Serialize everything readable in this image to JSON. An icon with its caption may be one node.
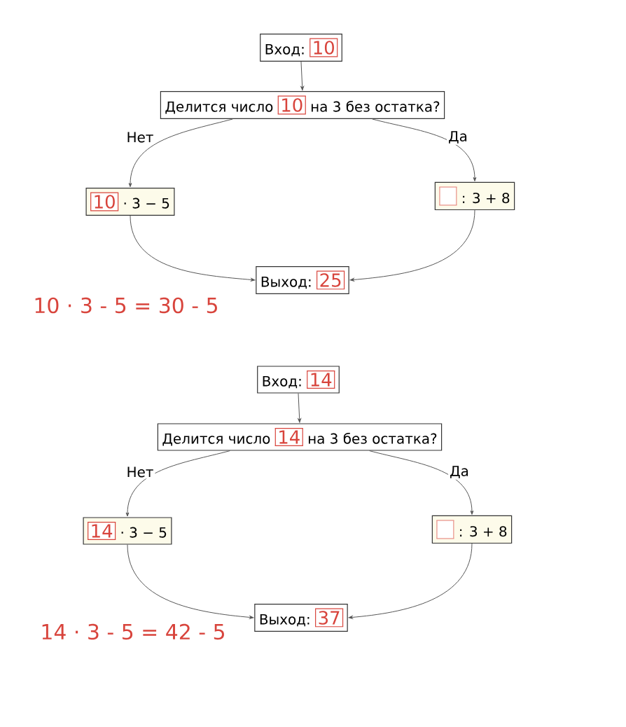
{
  "diagram": {
    "nodes": [
      {
        "text": [
          "Вход:",
          "10"
        ]
      },
      {
        "text": [
          "Делится число",
          "10",
          "на 3 без остатка?"
        ]
      },
      {
        "text": [
          "10",
          "· 3 − 5"
        ]
      },
      {
        "text": [
          ": 3 + 8"
        ]
      },
      {
        "text": [
          "Выход:",
          "25"
        ]
      },
      {
        "text": [
          "Вход:",
          "14"
        ]
      },
      {
        "text": [
          "Делится число",
          "14",
          "на 3 без остатка?"
        ]
      },
      {
        "text": [
          "14",
          "· 3 − 5"
        ]
      },
      {
        "text": [
          ": 3 + 8"
        ]
      },
      {
        "text": [
          "Выход:",
          "37"
        ]
      }
    ],
    "edges": [
      {
        "from": 0,
        "to": 1,
        "arrow": "to"
      },
      {
        "from": 1,
        "to": 2,
        "arrow": "to",
        "label": "Нет"
      },
      {
        "from": 1,
        "to": 3,
        "arrow": "to",
        "label": "Да"
      },
      {
        "from": 2,
        "to": 4,
        "arrow": "to"
      },
      {
        "from": 3,
        "to": 4,
        "arrow": "to"
      },
      {
        "from": 5,
        "to": 6,
        "arrow": "to"
      },
      {
        "from": 6,
        "to": 7,
        "arrow": "to",
        "label": "Нет"
      },
      {
        "from": 6,
        "to": 8,
        "arrow": "to",
        "label": "Да"
      },
      {
        "from": 7,
        "to": 9,
        "arrow": "to"
      },
      {
        "from": 8,
        "to": 9,
        "arrow": "to"
      }
    ],
    "labels": [
      "10 · 3 - 5 = 30 - 5",
      "14 · 3 - 5 = 42 - 5"
    ]
  }
}
